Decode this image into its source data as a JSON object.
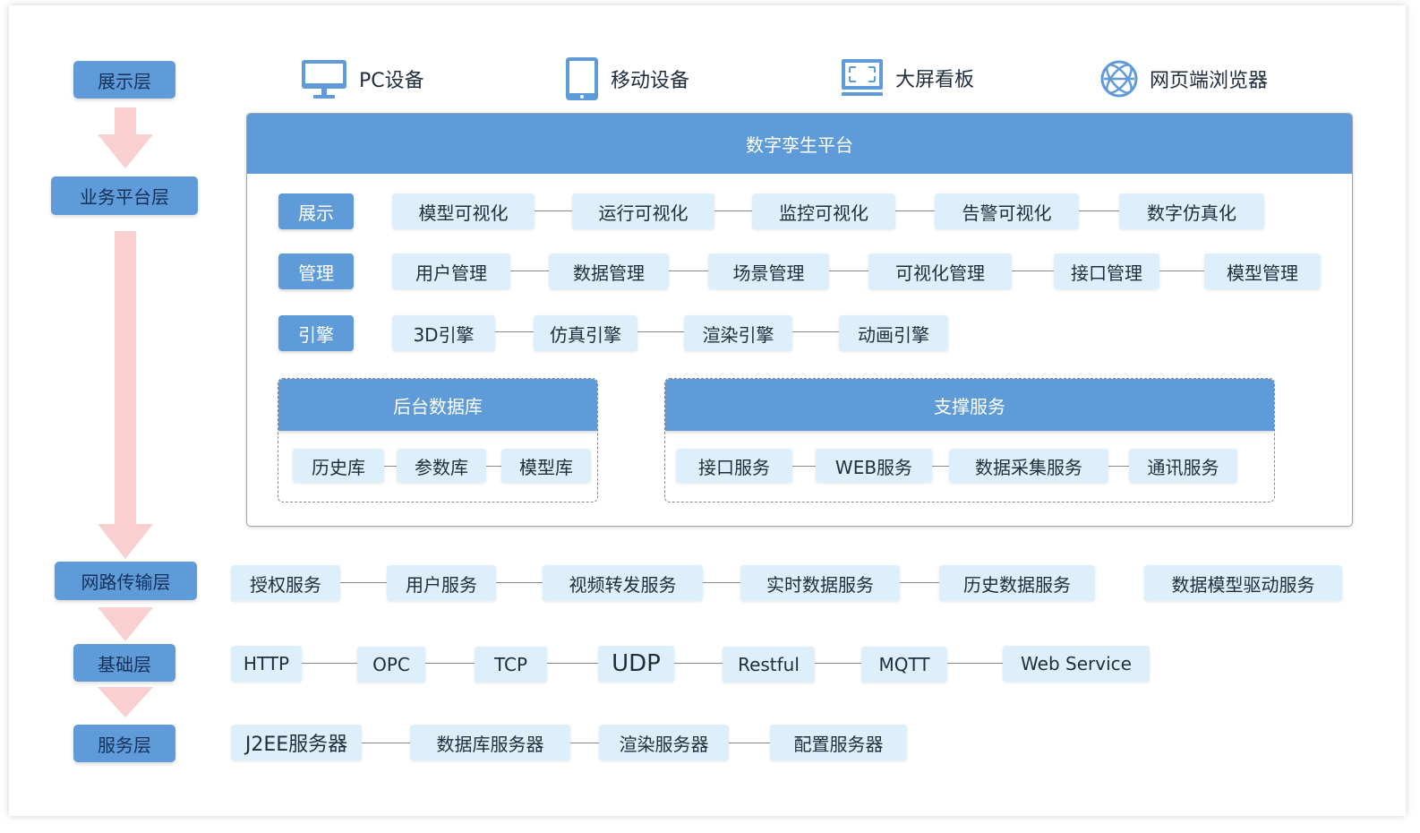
{
  "layers": {
    "display": "展示层",
    "business": "业务平台层",
    "network": "网路传输层",
    "base": "基础层",
    "service": "服务层"
  },
  "devices": [
    {
      "label": "PC设备",
      "icon": "monitor-icon"
    },
    {
      "label": "移动设备",
      "icon": "tablet-icon"
    },
    {
      "label": "大屏看板",
      "icon": "big-screen-icon"
    },
    {
      "label": "网页端浏览器",
      "icon": "globe-icon"
    }
  ],
  "platform": {
    "title": "数字孪生平台",
    "rows": [
      {
        "category": "展示",
        "items": [
          "模型可视化",
          "运行可视化",
          "监控可视化",
          "告警可视化",
          "数字仿真化"
        ]
      },
      {
        "category": "管理",
        "items": [
          "用户管理",
          "数据管理",
          "场景管理",
          "可视化管理",
          "接口管理",
          "模型管理"
        ]
      },
      {
        "category": "引擎",
        "items": [
          "3D引擎",
          "仿真引擎",
          "渲染引擎",
          "动画引擎"
        ]
      }
    ],
    "database": {
      "title": "后台数据库",
      "items": [
        "历史库",
        "参数库",
        "模型库"
      ]
    },
    "support": {
      "title": "支撑服务",
      "items": [
        "接口服务",
        "WEB服务",
        "数据采集服务",
        "通讯服务"
      ]
    }
  },
  "network_items": [
    "授权服务",
    "用户服务",
    "视频转发服务",
    "实时数据服务",
    "历史数据服务",
    "数据模型驱动服务"
  ],
  "base_items": [
    "HTTP",
    "OPC",
    "TCP",
    "UDP",
    "Restful",
    "MQTT",
    "Web Service"
  ],
  "service_items": [
    "J2EE服务器",
    "数据库服务器",
    "渲染服务器",
    "配置服务器"
  ],
  "colors": {
    "primary": "#5f9bd8",
    "pill": "#ddeffb",
    "arrow": "#f9cfcf"
  }
}
